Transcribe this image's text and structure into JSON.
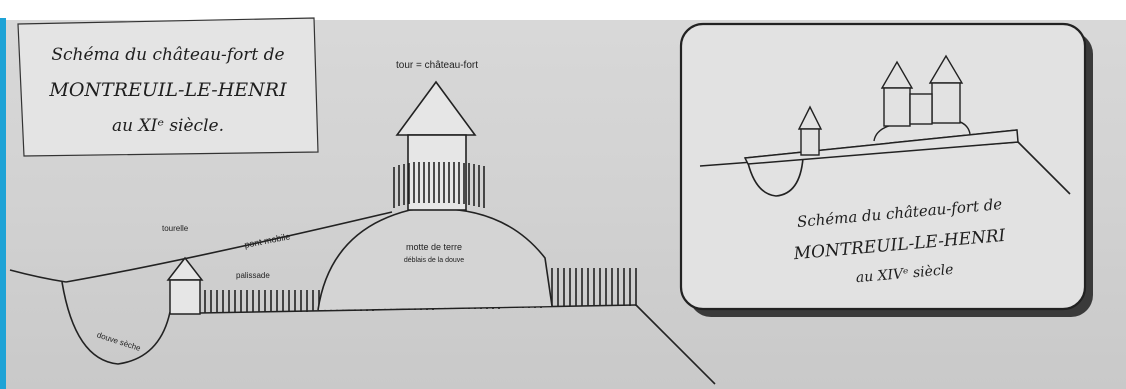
{
  "left_caption": {
    "line1": "Schéma du château-fort de",
    "line2": "MONTREUIL-LE-HENRI",
    "line3": "au XIᵉ siècle."
  },
  "right_caption": {
    "line1": "Schéma du château-fort de",
    "line2": "MONTREUIL-LE-HENRI",
    "line3": "au XIVᵉ siècle"
  },
  "labels": {
    "tower": "tour = château-fort",
    "tourelle": "tourelle",
    "pont_mobile": "pont mobile",
    "palissade": "palissade",
    "motte_line1": "motte de terre",
    "motte_line2": "déblais de la douve",
    "douve": "douve sèche"
  },
  "colors": {
    "paper": "#d6d6d6",
    "ink": "#1e1e1e",
    "accent_edge": "#1ea3d6"
  }
}
